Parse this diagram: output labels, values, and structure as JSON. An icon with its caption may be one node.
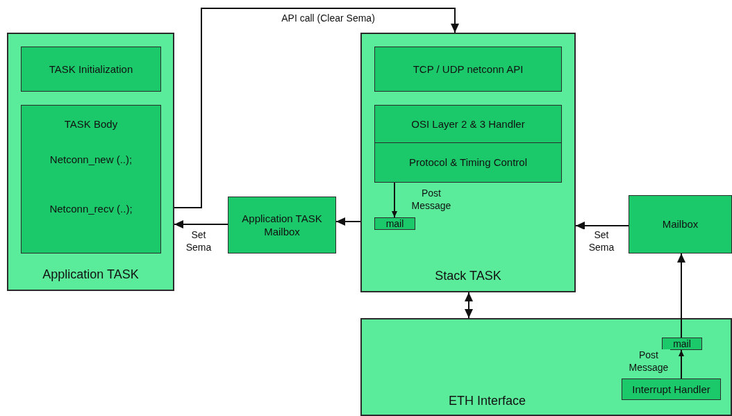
{
  "diagram": {
    "nodes": [
      {
        "text": [
          "Application TASK"
        ]
      },
      {
        "text": [
          "TASK Initialization"
        ],
        "in": 0
      },
      {
        "text": [
          "TASK Body",
          "Netconn_new (..);",
          "Netconn_recv (..);"
        ],
        "in": 0
      },
      {
        "text": [
          "Application TASK Mailbox"
        ]
      },
      {
        "text": [
          "Stack TASK"
        ]
      },
      {
        "text": [
          "TCP / UDP netconn API"
        ],
        "in": 4
      },
      {
        "text": [
          "OSI Layer 2 & 3 Handler"
        ],
        "in": 4
      },
      {
        "text": [
          "Protocol & Timing Control"
        ],
        "in": 4
      },
      {
        "text": [
          "mail"
        ],
        "in": 4
      },
      {
        "text": [
          "Mailbox"
        ]
      },
      {
        "text": [
          "ETH Interface"
        ]
      },
      {
        "text": [
          "Interrupt Handler"
        ],
        "in": 10
      },
      {
        "text": [
          "mail"
        ],
        "in": 10
      }
    ],
    "edges": [
      {
        "from": 0,
        "to": 4,
        "arrow": "to",
        "label": "API call (Clear Sema)"
      },
      {
        "from": 3,
        "to": 0,
        "arrow": "to",
        "label": "Set Sema"
      },
      {
        "from": 4,
        "to": 3,
        "arrow": "to"
      },
      {
        "from": 7,
        "to": 8,
        "arrow": "to",
        "label": "Post Message"
      },
      {
        "from": 9,
        "to": 4,
        "arrow": "to",
        "label": "Set Sema"
      },
      {
        "from": 4,
        "to": 10,
        "arrow": "both"
      },
      {
        "from": 11,
        "to": 12,
        "arrow": "to",
        "label": "Post Message"
      },
      {
        "from": 12,
        "to": 9,
        "arrow": "to"
      }
    ]
  }
}
